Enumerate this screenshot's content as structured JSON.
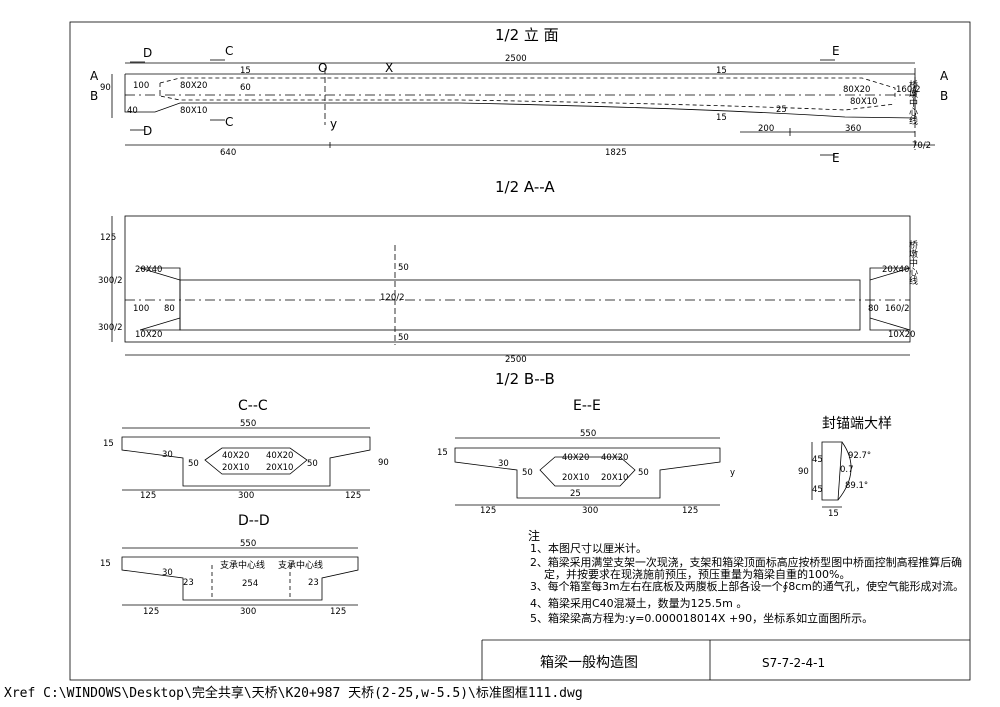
{
  "drawing": {
    "elevation_title": "1/2 立 面",
    "plan_a_title": "1/2 A--A",
    "plan_b_title": "1/2 B--B",
    "section_cc_title": "C--C",
    "section_ee_title": "E--E",
    "section_dd_title": "D--D",
    "anchor_title": "封锚端大样",
    "sheet_title": "箱梁一般构造图",
    "drawing_number": "S7-7-2-4-1",
    "xref_path": "Xref C:\\WINDOWS\\Desktop\\完全共享\\天桥\\K20+987 天桥(2-25,w-5.5)\\标准图框111.dwg"
  },
  "labels": {
    "sec_d": "D",
    "sec_c": "C",
    "sec_e": "E",
    "sec_a": "A",
    "sec_b": "B",
    "origin_o": "O",
    "axis_x": "X",
    "axis_y": "y",
    "pier_center": "桥墩中心线",
    "support_center": "支承中心线"
  },
  "dims": {
    "d2500": "2500",
    "d640": "640",
    "d1825": "1825",
    "d200": "200",
    "d360": "360",
    "d70_2": "70/2",
    "d160_2": "160/2",
    "d100": "100",
    "d90": "90",
    "d40": "40",
    "d60": "60",
    "d15": "15",
    "d25": "25",
    "d80x20": "80X20",
    "d80x10": "80X10",
    "d125": "125",
    "d300_2": "300/2",
    "d20x40": "20X40",
    "d10x20": "10X20",
    "d80": "80",
    "d50": "50",
    "d120_2": "120/2",
    "d550": "550",
    "d300": "300",
    "d40x20": "40X20",
    "d20x10": "20X10",
    "d30": "30",
    "d23": "23",
    "d254": "254",
    "d45": "45",
    "d0_7": "0.7",
    "d92_7": "92.7°",
    "d89_1": "89.1°",
    "dy": "y"
  },
  "notes": {
    "heading": "注",
    "n1": "1、本图尺寸以厘米计。",
    "n2a": "2、箱梁采用满堂支架一次现浇，支架和箱梁顶面标高应按桥型图中桥面控制高程推算后确",
    "n2b": "定，并按要求在现浇施前预压，预压重量为箱梁自重的100%。",
    "n3": "3、每个箱室每3m左右在底板及两腹板上部各设一个∮8cm的通气孔，使空气能形成对流。",
    "n4": "4、箱梁采用C40混凝土，数量为125.5m  。",
    "n5": "5、箱梁梁高方程为:y=0.000018014X +90，坐标系如立面图所示。"
  }
}
